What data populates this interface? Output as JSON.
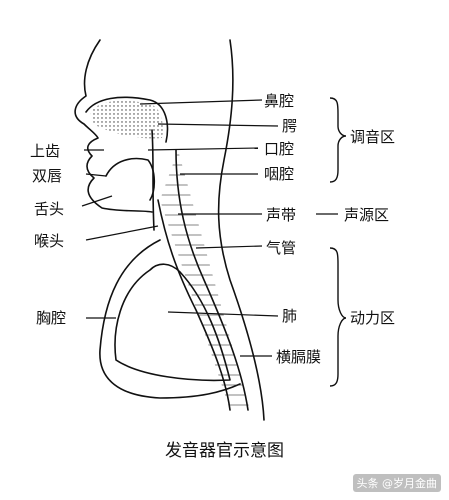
{
  "labels": {
    "nasal_cavity": "鼻腔",
    "palate": "腭",
    "oral_cavity": "口腔",
    "pharynx": "咽腔",
    "upper_teeth": "上齿",
    "lips": "双唇",
    "tongue": "舌头",
    "vocal_cords": "声带",
    "larynx": "喉头",
    "trachea": "气管",
    "chest": "胸腔",
    "lung": "肺",
    "diaphragm": "横膈膜"
  },
  "regions": {
    "articulation": "调音区",
    "sound_source": "声源区",
    "power": "动力区"
  },
  "caption": "发音器官示意图",
  "watermark": "头条 @岁月金曲"
}
